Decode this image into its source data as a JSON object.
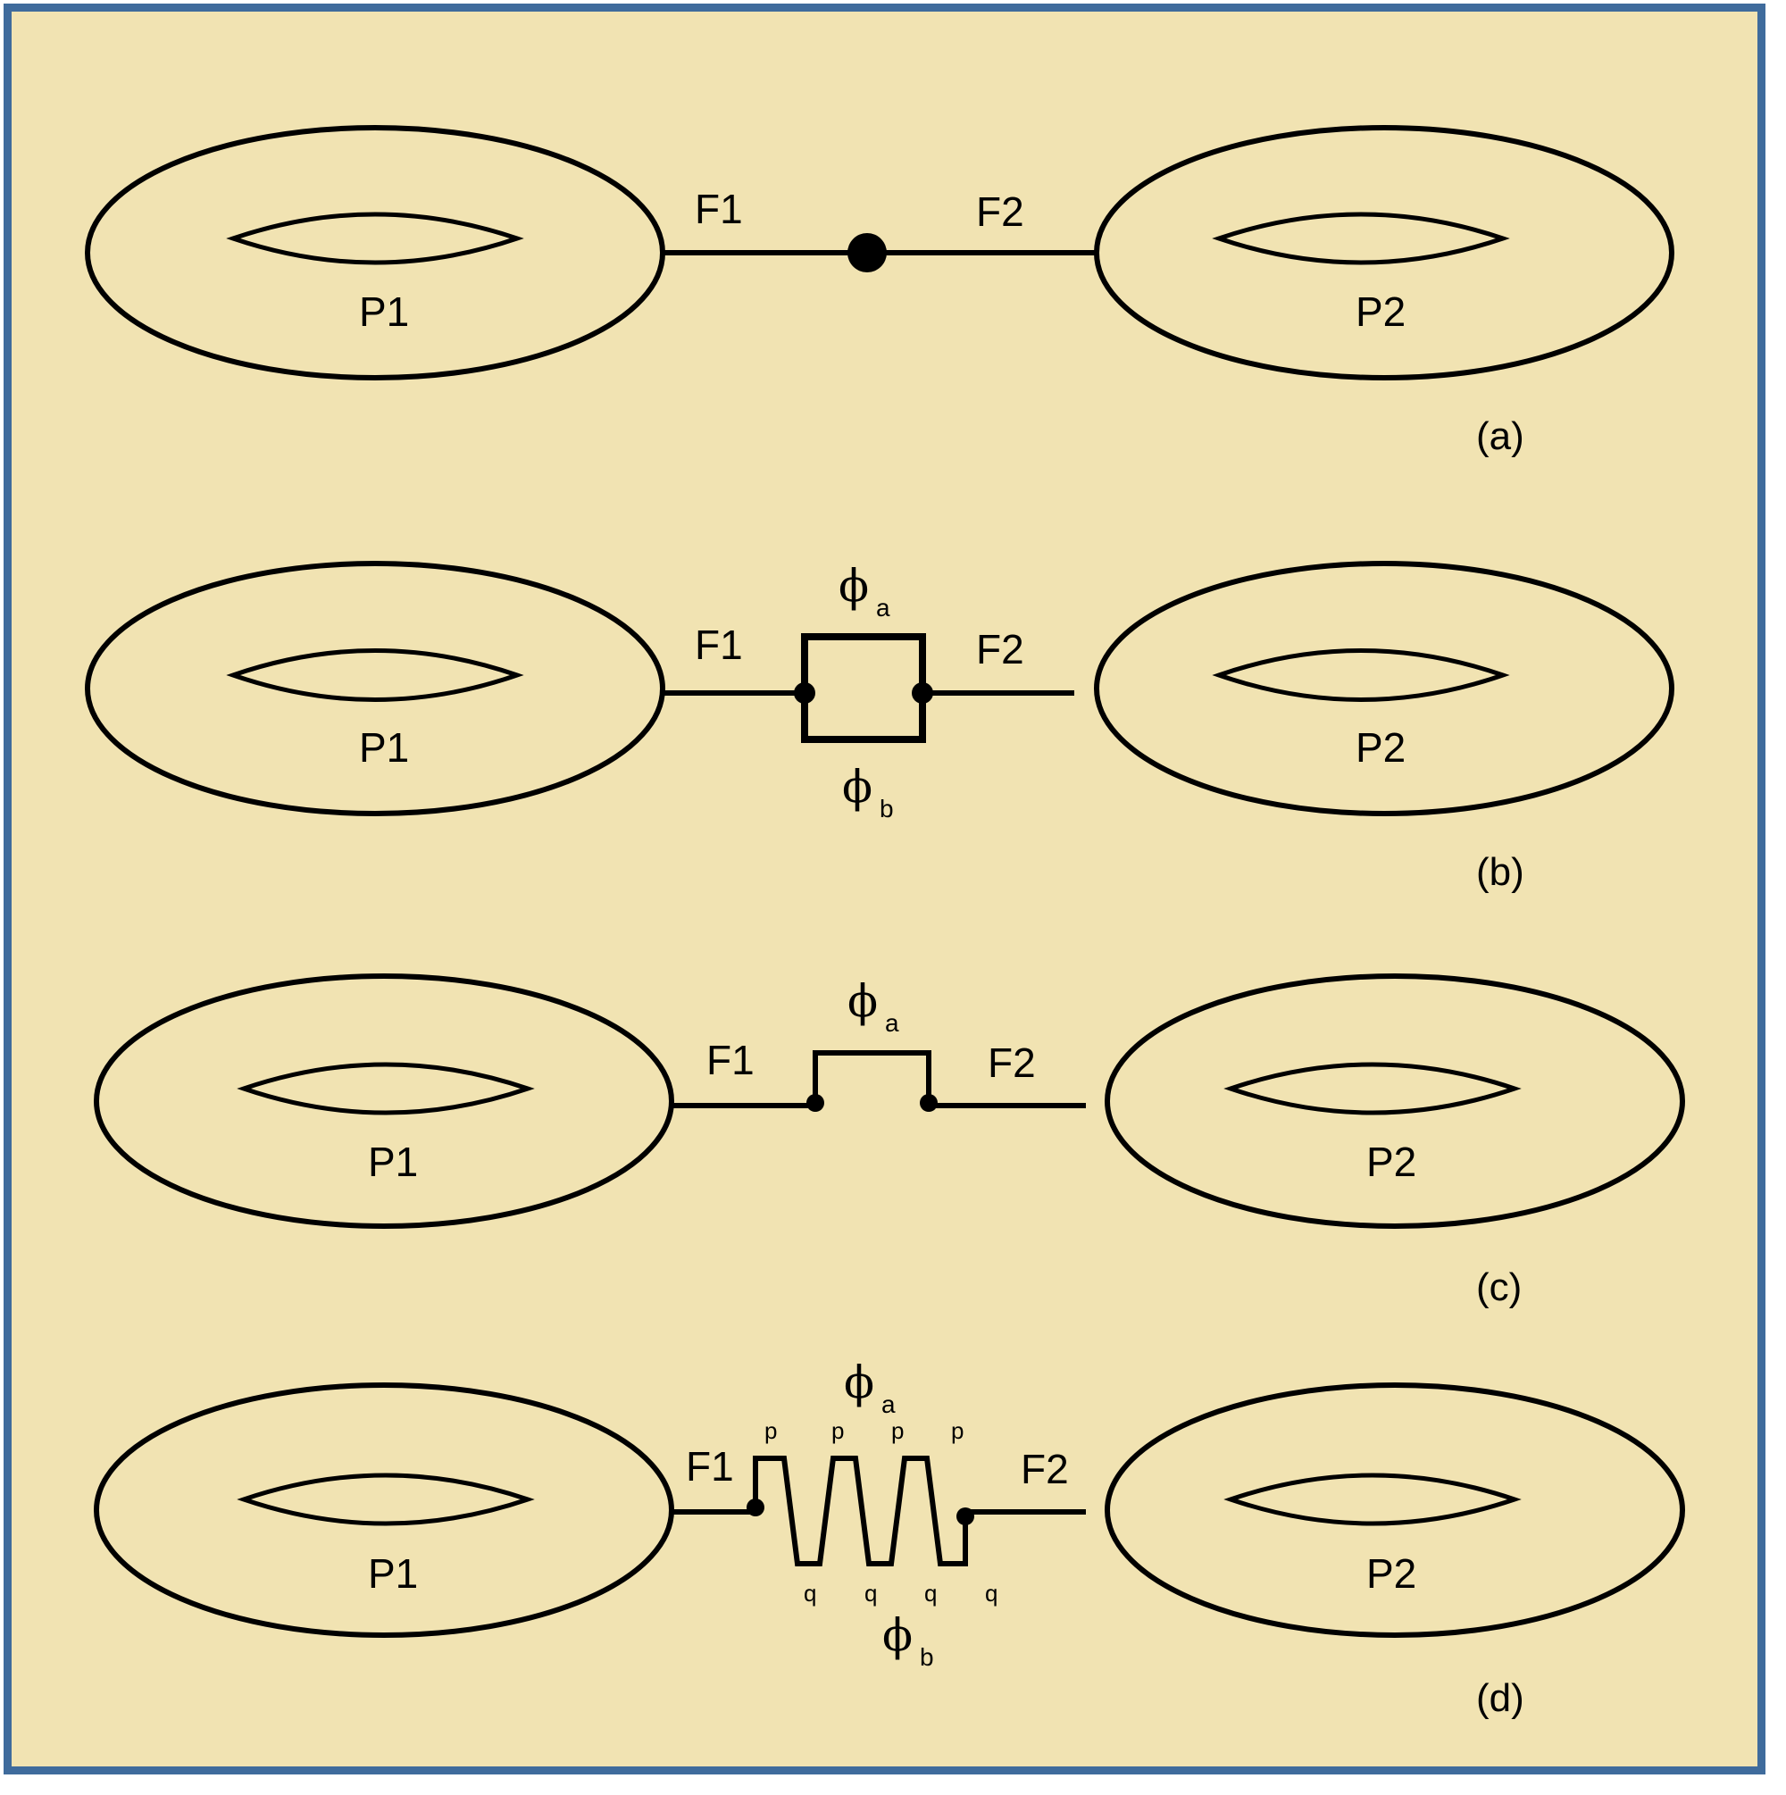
{
  "colors": {
    "background": "#f1e3b2",
    "border": "#3f6b9c",
    "stroke": "#000000"
  },
  "panels": {
    "a": {
      "panel_label": "(a)",
      "left_torus": "P1",
      "right_torus": "P2",
      "left_fiber": "F1",
      "right_fiber": "F2"
    },
    "b": {
      "panel_label": "(b)",
      "left_torus": "P1",
      "right_torus": "P2",
      "left_fiber": "F1",
      "right_fiber": "F2",
      "phi_top": "ϕ",
      "phi_top_sub": "a",
      "phi_bottom": "ϕ",
      "phi_bottom_sub": "b"
    },
    "c": {
      "panel_label": "(c)",
      "left_torus": "P1",
      "right_torus": "P2",
      "left_fiber": "F1",
      "right_fiber": "F2",
      "phi_top": "ϕ",
      "phi_top_sub": "a"
    },
    "d": {
      "panel_label": "(d)",
      "left_torus": "P1",
      "right_torus": "P2",
      "left_fiber": "F1",
      "right_fiber": "F2",
      "phi_top": "ϕ",
      "phi_top_sub": "a",
      "phi_bottom": "ϕ",
      "phi_bottom_sub": "b",
      "peak_labels": [
        "p",
        "p",
        "p",
        "p"
      ],
      "trough_labels": [
        "q",
        "q",
        "q",
        "q"
      ]
    }
  }
}
